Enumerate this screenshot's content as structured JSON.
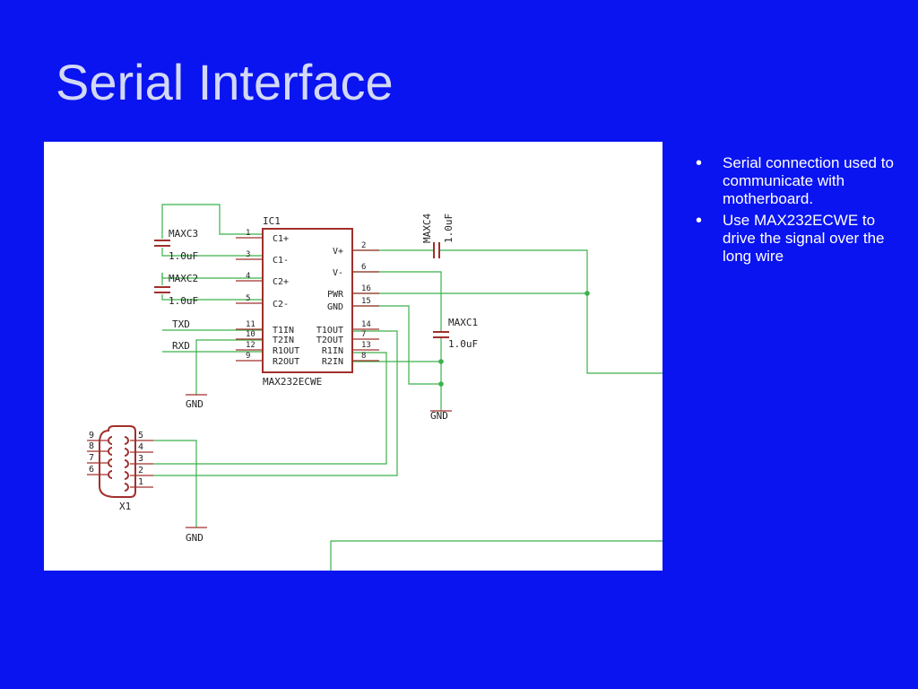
{
  "slide": {
    "title": "Serial Interface",
    "bullets": [
      "Serial connection used to communicate with motherboard.",
      "Use MAX232ECWE to drive the signal over the long wire"
    ]
  },
  "schematic": {
    "ic": {
      "ref": "IC1",
      "part": "MAX232ECWE",
      "left_pins": [
        {
          "num": "1",
          "name": "C1+"
        },
        {
          "num": "3",
          "name": "C1-"
        },
        {
          "num": "4",
          "name": "C2+"
        },
        {
          "num": "5",
          "name": "C2-"
        },
        {
          "num": "11",
          "name": "T1IN"
        },
        {
          "num": "10",
          "name": "T2IN"
        },
        {
          "num": "12",
          "name": "R1OUT"
        },
        {
          "num": "9",
          "name": "R2OUT"
        }
      ],
      "right_pins": [
        {
          "num": "2",
          "name": "V+"
        },
        {
          "num": "6",
          "name": "V-"
        },
        {
          "num": "16",
          "name": "PWR"
        },
        {
          "num": "15",
          "name": "GND"
        },
        {
          "num": "14",
          "name": "T1OUT"
        },
        {
          "num": "7",
          "name": "T2OUT"
        },
        {
          "num": "13",
          "name": "R1IN"
        },
        {
          "num": "8",
          "name": "R2IN"
        }
      ]
    },
    "capacitors": [
      {
        "name": "MAXC3",
        "value": "1.0uF"
      },
      {
        "name": "MAXC2",
        "value": "1.0uF"
      },
      {
        "name": "MAXC4",
        "value": "1.0uF"
      },
      {
        "name": "MAXC1",
        "value": "1.0uF"
      }
    ],
    "nets": {
      "txd": "TXD",
      "rxd": "RXD"
    },
    "grounds": [
      "GND",
      "GND",
      "GND"
    ],
    "connector": {
      "ref": "X1",
      "left_pins": [
        "9",
        "8",
        "7",
        "6"
      ],
      "right_pins": [
        "5",
        "4",
        "3",
        "2",
        "1"
      ]
    }
  }
}
